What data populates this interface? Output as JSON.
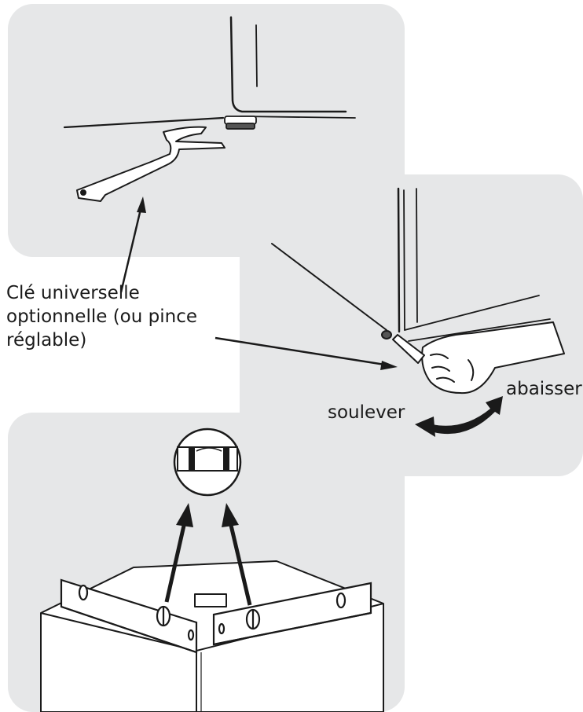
{
  "labels": {
    "wrench_line1": "Clé universelle",
    "wrench_line2": "optionnelle (ou pince",
    "wrench_line3": "réglable)",
    "lower": "abaisser",
    "raise": "soulever"
  },
  "colors": {
    "panel": "#e6e7e8",
    "line": "#1a1a1a",
    "fill": "#ffffff"
  },
  "icons": {
    "wrench": "open-end-wrench-icon",
    "rotate": "double-curved-arrow-icon",
    "level": "spirit-level-icon",
    "bubble": "level-bubble-magnifier-icon"
  }
}
